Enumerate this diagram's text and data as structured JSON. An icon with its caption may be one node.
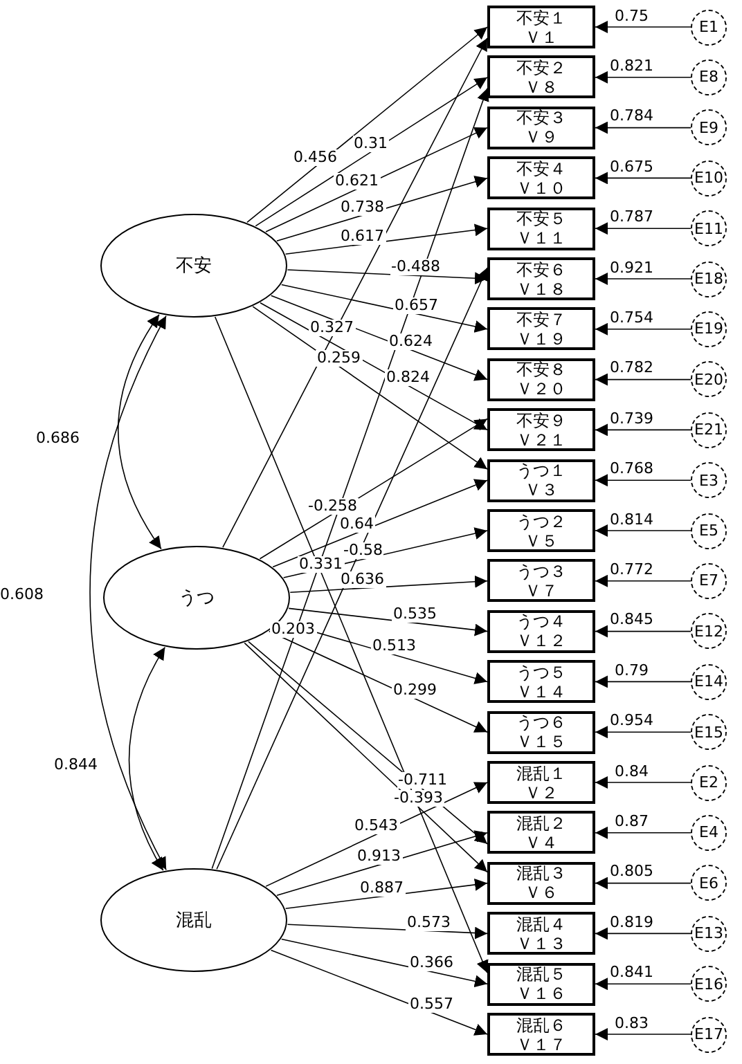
{
  "diagram": {
    "nodes": [
      {
        "text": [
          "不安"
        ]
      },
      {
        "text": [
          "うつ"
        ]
      },
      {
        "text": [
          "混乱"
        ]
      },
      {
        "text": [
          "不安１",
          "Ｖ１"
        ]
      },
      {
        "text": [
          "不安２",
          "Ｖ８"
        ]
      },
      {
        "text": [
          "不安３",
          "Ｖ９"
        ]
      },
      {
        "text": [
          "不安４",
          "Ｖ１０"
        ]
      },
      {
        "text": [
          "不安５",
          "Ｖ１１"
        ]
      },
      {
        "text": [
          "不安６",
          "Ｖ１８"
        ]
      },
      {
        "text": [
          "不安７",
          "Ｖ１９"
        ]
      },
      {
        "text": [
          "不安８",
          "Ｖ２０"
        ]
      },
      {
        "text": [
          "不安９",
          "Ｖ２１"
        ]
      },
      {
        "text": [
          "うつ１",
          "Ｖ３"
        ]
      },
      {
        "text": [
          "うつ２",
          "Ｖ５"
        ]
      },
      {
        "text": [
          "うつ３",
          "Ｖ７"
        ]
      },
      {
        "text": [
          "うつ４",
          "Ｖ１２"
        ]
      },
      {
        "text": [
          "うつ５",
          "Ｖ１４"
        ]
      },
      {
        "text": [
          "うつ６",
          "Ｖ１５"
        ]
      },
      {
        "text": [
          "混乱１",
          "Ｖ２"
        ]
      },
      {
        "text": [
          "混乱２",
          "Ｖ４"
        ]
      },
      {
        "text": [
          "混乱３",
          "Ｖ６"
        ]
      },
      {
        "text": [
          "混乱４",
          "Ｖ１３"
        ]
      },
      {
        "text": [
          "混乱５",
          "Ｖ１６"
        ]
      },
      {
        "text": [
          "混乱６",
          "Ｖ１７"
        ]
      },
      {
        "text": [
          "E1"
        ]
      },
      {
        "text": [
          "E8"
        ]
      },
      {
        "text": [
          "E9"
        ]
      },
      {
        "text": [
          "E10"
        ]
      },
      {
        "text": [
          "E11"
        ]
      },
      {
        "text": [
          "E18"
        ]
      },
      {
        "text": [
          "E19"
        ]
      },
      {
        "text": [
          "E20"
        ]
      },
      {
        "text": [
          "E21"
        ]
      },
      {
        "text": [
          "E3"
        ]
      },
      {
        "text": [
          "E5"
        ]
      },
      {
        "text": [
          "E7"
        ]
      },
      {
        "text": [
          "E12"
        ]
      },
      {
        "text": [
          "E14"
        ]
      },
      {
        "text": [
          "E15"
        ]
      },
      {
        "text": [
          "E2"
        ]
      },
      {
        "text": [
          "E4"
        ]
      },
      {
        "text": [
          "E6"
        ]
      },
      {
        "text": [
          "E13"
        ]
      },
      {
        "text": [
          "E16"
        ]
      },
      {
        "text": [
          "E17"
        ]
      }
    ],
    "edges": [
      {
        "from": 0,
        "to": 3,
        "arrow": "to",
        "label": "0.456"
      },
      {
        "from": 0,
        "to": 4,
        "arrow": "to",
        "label": "0.31"
      },
      {
        "from": 0,
        "to": 5,
        "arrow": "to",
        "label": "0.621"
      },
      {
        "from": 0,
        "to": 6,
        "arrow": "to",
        "label": "0.738"
      },
      {
        "from": 0,
        "to": 7,
        "arrow": "to",
        "label": "0.617"
      },
      {
        "from": 0,
        "to": 8,
        "arrow": "to",
        "label": "-0.488"
      },
      {
        "from": 0,
        "to": 9,
        "arrow": "to",
        "label": "0.657"
      },
      {
        "from": 0,
        "to": 10,
        "arrow": "to",
        "label": "0.624"
      },
      {
        "from": 0,
        "to": 11,
        "arrow": "to",
        "label": "0.824"
      },
      {
        "from": 0,
        "to": 12,
        "arrow": "to",
        "label": "0.259"
      },
      {
        "from": 0,
        "to": 22,
        "arrow": "to",
        "label": "0.331"
      },
      {
        "from": 1,
        "to": 3,
        "arrow": "to",
        "label": "0.327"
      },
      {
        "from": 1,
        "to": 11,
        "arrow": "to",
        "label": "-0.258"
      },
      {
        "from": 1,
        "to": 12,
        "arrow": "to",
        "label": "0.64"
      },
      {
        "from": 1,
        "to": 13,
        "arrow": "to",
        "label": "-0.58"
      },
      {
        "from": 1,
        "to": 14,
        "arrow": "to",
        "label": "0.636"
      },
      {
        "from": 1,
        "to": 15,
        "arrow": "to",
        "label": "0.535"
      },
      {
        "from": 1,
        "to": 16,
        "arrow": "to",
        "label": "0.513"
      },
      {
        "from": 1,
        "to": 17,
        "arrow": "to",
        "label": "0.299"
      },
      {
        "from": 1,
        "to": 19,
        "arrow": "to",
        "label": "-0.711"
      },
      {
        "from": 1,
        "to": 20,
        "arrow": "to",
        "label": "-0.393"
      },
      {
        "from": 2,
        "to": 4,
        "arrow": "to",
        "label": "0.203"
      },
      {
        "from": 2,
        "to": 8,
        "arrow": "to"
      },
      {
        "from": 2,
        "to": 18,
        "arrow": "to",
        "label": "0.543"
      },
      {
        "from": 2,
        "to": 19,
        "arrow": "to",
        "label": "0.913"
      },
      {
        "from": 2,
        "to": 20,
        "arrow": "to",
        "label": "0.887"
      },
      {
        "from": 2,
        "to": 21,
        "arrow": "to",
        "label": "0.573"
      },
      {
        "from": 2,
        "to": 22,
        "arrow": "to",
        "label": "0.366"
      },
      {
        "from": 2,
        "to": 23,
        "arrow": "to",
        "label": "0.557"
      },
      {
        "from": 0,
        "to": 1,
        "arrow": "both",
        "label": "0.686"
      },
      {
        "from": 0,
        "to": 2,
        "arrow": "both",
        "label": "0.608"
      },
      {
        "from": 1,
        "to": 2,
        "arrow": "both",
        "label": "0.844"
      },
      {
        "from": 24,
        "to": 3,
        "arrow": "to",
        "label": "0.75"
      },
      {
        "from": 25,
        "to": 4,
        "arrow": "to",
        "label": "0.821"
      },
      {
        "from": 26,
        "to": 5,
        "arrow": "to",
        "label": "0.784"
      },
      {
        "from": 27,
        "to": 6,
        "arrow": "to",
        "label": "0.675"
      },
      {
        "from": 28,
        "to": 7,
        "arrow": "to",
        "label": "0.787"
      },
      {
        "from": 29,
        "to": 8,
        "arrow": "to",
        "label": "0.921"
      },
      {
        "from": 30,
        "to": 9,
        "arrow": "to",
        "label": "0.754"
      },
      {
        "from": 31,
        "to": 10,
        "arrow": "to",
        "label": "0.782"
      },
      {
        "from": 32,
        "to": 11,
        "arrow": "to",
        "label": "0.739"
      },
      {
        "from": 33,
        "to": 12,
        "arrow": "to",
        "label": "0.768"
      },
      {
        "from": 34,
        "to": 13,
        "arrow": "to",
        "label": "0.814"
      },
      {
        "from": 35,
        "to": 14,
        "arrow": "to",
        "label": "0.772"
      },
      {
        "from": 36,
        "to": 15,
        "arrow": "to",
        "label": "0.845"
      },
      {
        "from": 37,
        "to": 16,
        "arrow": "to",
        "label": "0.79"
      },
      {
        "from": 38,
        "to": 17,
        "arrow": "to",
        "label": "0.954"
      },
      {
        "from": 39,
        "to": 18,
        "arrow": "to",
        "label": "0.84"
      },
      {
        "from": 40,
        "to": 19,
        "arrow": "to",
        "label": "0.87"
      },
      {
        "from": 41,
        "to": 20,
        "arrow": "to",
        "label": "0.805"
      },
      {
        "from": 42,
        "to": 21,
        "arrow": "to",
        "label": "0.819"
      },
      {
        "from": 43,
        "to": 22,
        "arrow": "to",
        "label": "0.841"
      },
      {
        "from": 44,
        "to": 23,
        "arrow": "to",
        "label": "0.83"
      }
    ]
  }
}
